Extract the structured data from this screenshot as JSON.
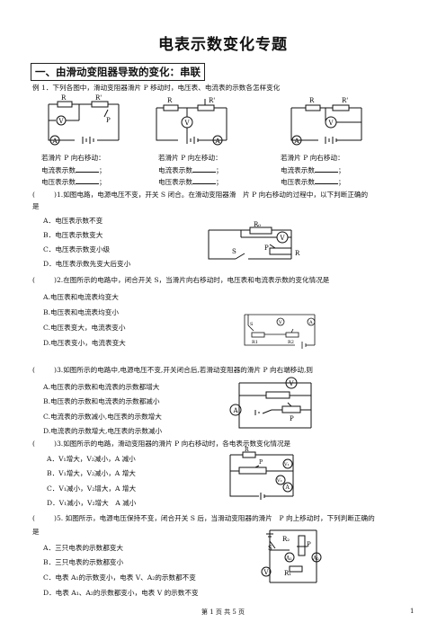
{
  "title": "电表示数变化专题",
  "section_heading": "一、由滑动变阻器导致的变化：串联",
  "example": {
    "intro": "例 1．下列各图中，滑动变阻器滑片 P 移动时，电压表、电流表的示数各怎样变化",
    "cols": [
      {
        "move": "若滑片 P 向右移动：",
        "ammeter": "电流表示数",
        "voltmeter": "电压表示数",
        "sep_a": "；",
        "sep_v": "；"
      },
      {
        "move": "若滑片 P 向左移动：",
        "ammeter": "电流表示数",
        "voltmeter": "电压表示数",
        "sep_a": "；",
        "sep_v": "；"
      },
      {
        "move": "若滑片 P 向右移动：",
        "ammeter": "电流表示数",
        "voltmeter": "电压表示数",
        "sep_a": "；",
        "sep_v": "；"
      }
    ]
  },
  "questions": [
    {
      "paren": "(",
      "stem": ")1.如图电路，电源电压不变，开关 S 闭合。在滑动变阻器滑　片 P 向右移动的过程中，以下判断正确的",
      "stem2": "是",
      "options": [
        "A．电压表示数不变",
        "B．电压表示数变大",
        "C．电压表示数变小级",
        "D．电压表示数先变大后变小"
      ]
    },
    {
      "paren": "(",
      "stem": ")2.在图所示的电路中，闭合开关 S，当滑片向右移动时，电压表和电流表示数的变化情况是",
      "options": [
        "A.电压表和电流表均变大",
        "B.电压表和电流表均变小",
        "C.电压表变大，电流表变小",
        "D.电压表变小，电流表变大"
      ]
    },
    {
      "paren": "(",
      "stem": ")3.如图所示的电路中,电源电压不变,开关闭合后,若滑动变阻器的滑片 P 向右端移动,则",
      "options": [
        "A.电压表的示数和电流表的示数都增大",
        "B.电压表的示数和电流表的示数都减小",
        "C.电流表的示数减小,电压表的示数增大",
        "D.电流表的示数增大,电压表的示数减小"
      ]
    },
    {
      "paren": "(",
      "stem": ")3.如图所示的电路，滑动变阻器的滑片 P 向右移动时，各电表示数变化情况是",
      "options": [
        "A．V₁增大，V₂减小，A 减小",
        "B．V₁增大，V₂减小，A 增大",
        "C．V₁减小，V₂增大，A 增大",
        "D．V₁减小，V₂增大　A 减小"
      ]
    },
    {
      "paren": "(",
      "stem": ")5. 如图所示，电源电压保持不变，闭合开关 S 后，当滑动变阻器的滑片　P 向上移动时，下列判断正确的",
      "stem2": "是",
      "options": [
        "A．三只电表的示数都变大",
        "B．三只电表的示数都变小",
        "C．电表 A₁的示数变小，电表 V、A₂的示数都不变",
        "D．电表 A₁、A₂的示数都变小，电表 V 的示数不变"
      ]
    }
  ],
  "circuit_labels": {
    "R": "R",
    "R_prime": "R'",
    "P": "P",
    "V": "V",
    "A": "A",
    "S": "S",
    "R0": "R₀",
    "R1": "R1",
    "R2": "R2",
    "V1": "V₁",
    "V2": "V₂",
    "A1": "A₁",
    "A2": "A₂",
    "R_2": "R₂",
    "R_1": "R₁"
  },
  "footer": {
    "text": "第 1 页 共 5 页",
    "page_number": "1"
  }
}
